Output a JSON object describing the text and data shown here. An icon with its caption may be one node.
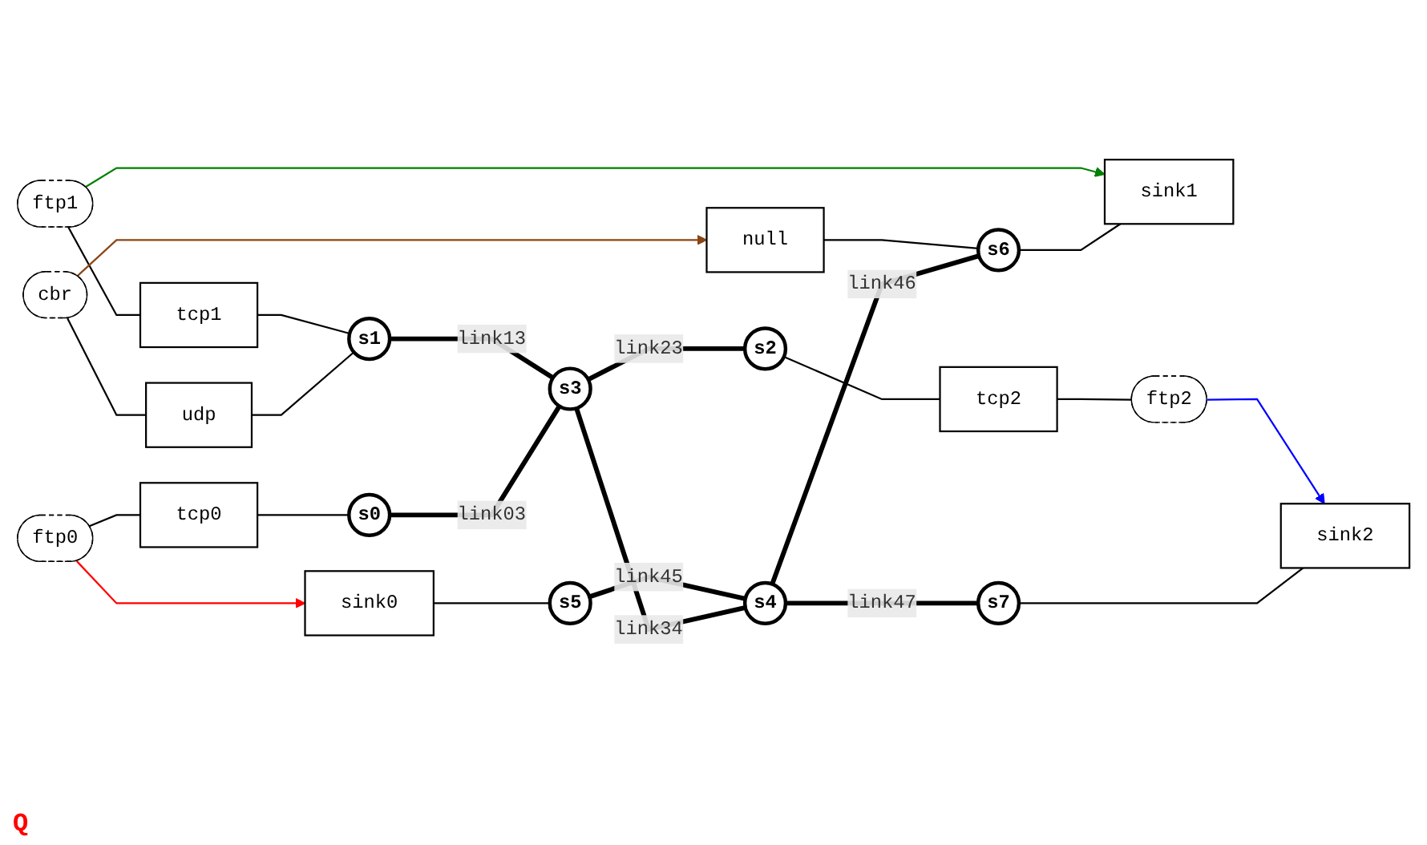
{
  "diagram": {
    "nodes": [
      {
        "text": [
          "ftp0"
        ]
      },
      {
        "text": [
          "sink0"
        ]
      },
      {
        "text": [
          "tcp0"
        ]
      },
      {
        "text": [
          "cbr"
        ]
      },
      {
        "text": [
          "s0"
        ]
      },
      {
        "text": [
          "udp"
        ]
      },
      {
        "text": [
          "s5"
        ]
      },
      {
        "text": [
          "null"
        ]
      },
      {
        "text": [
          "ftp1"
        ]
      },
      {
        "text": [
          "tcp1"
        ]
      },
      {
        "text": [
          "s1"
        ]
      },
      {
        "text": [
          "s3"
        ]
      },
      {
        "text": [
          "s4"
        ]
      },
      {
        "text": [
          "s6"
        ]
      },
      {
        "text": [
          "sink1"
        ]
      },
      {
        "text": [
          "s2"
        ]
      },
      {
        "text": [
          "s7"
        ]
      },
      {
        "text": [
          "tcp2"
        ]
      },
      {
        "text": [
          "sink2"
        ]
      },
      {
        "text": [
          "ftp2"
        ]
      }
    ],
    "edges": [
      {
        "from": 0,
        "to": 2,
        "arrow": "none"
      },
      {
        "from": 2,
        "to": 4,
        "arrow": "none"
      },
      {
        "from": 4,
        "to": 11,
        "arrow": "none",
        "label": "link03",
        "style": "thick"
      },
      {
        "from": 3,
        "to": 5,
        "arrow": "none"
      },
      {
        "from": 5,
        "to": 10,
        "arrow": "none"
      },
      {
        "from": 8,
        "to": 9,
        "arrow": "none"
      },
      {
        "from": 9,
        "to": 10,
        "arrow": "none"
      },
      {
        "from": 10,
        "to": 11,
        "arrow": "none",
        "label": "link13",
        "style": "thick"
      },
      {
        "from": 11,
        "to": 12,
        "arrow": "none",
        "label": "link34",
        "style": "thick"
      },
      {
        "from": 6,
        "to": 12,
        "arrow": "none",
        "label": "link45",
        "style": "thick"
      },
      {
        "from": 12,
        "to": 13,
        "arrow": "none",
        "label": "link46",
        "style": "thick"
      },
      {
        "from": 13,
        "to": 14,
        "arrow": "none"
      },
      {
        "from": 7,
        "to": 13,
        "arrow": "none"
      },
      {
        "from": 1,
        "to": 6,
        "arrow": "none"
      },
      {
        "from": 11,
        "to": 15,
        "arrow": "none",
        "label": "link23",
        "style": "thick"
      },
      {
        "from": 12,
        "to": 16,
        "arrow": "none",
        "label": "link47",
        "style": "thick"
      },
      {
        "from": 15,
        "to": 17,
        "arrow": "none"
      },
      {
        "from": 17,
        "to": 19,
        "arrow": "none"
      },
      {
        "from": 16,
        "to": 18,
        "arrow": "none"
      },
      {
        "from": 0,
        "to": 1,
        "arrow": "to",
        "color": "#ff0000"
      },
      {
        "from": 3,
        "to": 7,
        "arrow": "to",
        "color": "#8b4513"
      },
      {
        "from": 8,
        "to": 14,
        "arrow": "to",
        "color": "#008000"
      },
      {
        "from": 19,
        "to": 18,
        "arrow": "to",
        "color": "#0000ff"
      }
    ],
    "labels": [
      "Q"
    ]
  }
}
